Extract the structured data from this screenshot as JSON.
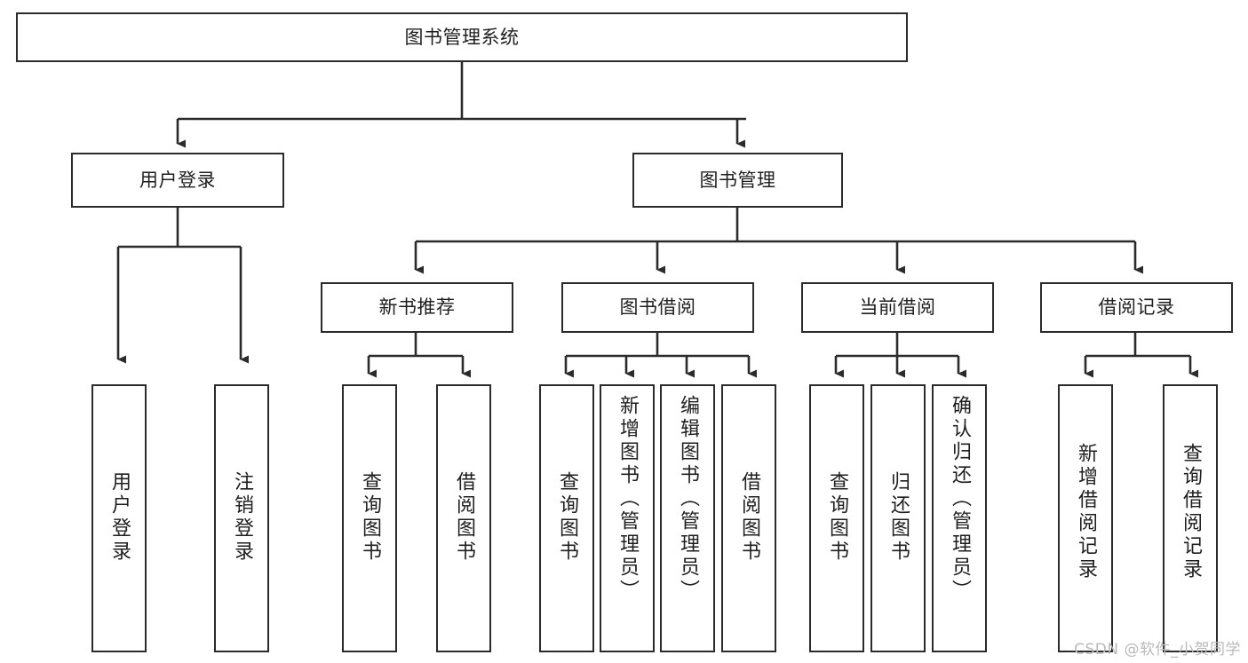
{
  "diagram": {
    "title": "图书管理系统",
    "watermark": "CSDN @软件_小贺同学",
    "colors": {
      "background": "#ffffff",
      "border": "#2b2b2b",
      "text": "#1f1f1f",
      "edge": "#2b2b2b",
      "watermark": "#b9b9b9"
    },
    "root": {
      "label": "图书管理系统"
    },
    "level2": [
      {
        "label": "用户登录"
      },
      {
        "label": "图书管理"
      }
    ],
    "level3": [
      {
        "label": "新书推荐"
      },
      {
        "label": "图书借阅"
      },
      {
        "label": "当前借阅"
      },
      {
        "label": "借阅记录"
      }
    ],
    "leaves": {
      "user_login": [
        {
          "label": "用户登录"
        },
        {
          "label": "注销登录"
        }
      ],
      "new_book_recommend": [
        {
          "label": "查询图书"
        },
        {
          "label": "借阅图书"
        }
      ],
      "book_borrow": [
        {
          "label": "查询图书"
        },
        {
          "label": "新增图书（管理员）"
        },
        {
          "label": "编辑图书（管理员）"
        },
        {
          "label": "借阅图书"
        }
      ],
      "current_borrow": [
        {
          "label": "查询图书"
        },
        {
          "label": "归还图书"
        },
        {
          "label": "确认归还（管理员）"
        }
      ],
      "borrow_records": [
        {
          "label": "新增借阅记录"
        },
        {
          "label": "查询借阅记录"
        }
      ]
    }
  }
}
